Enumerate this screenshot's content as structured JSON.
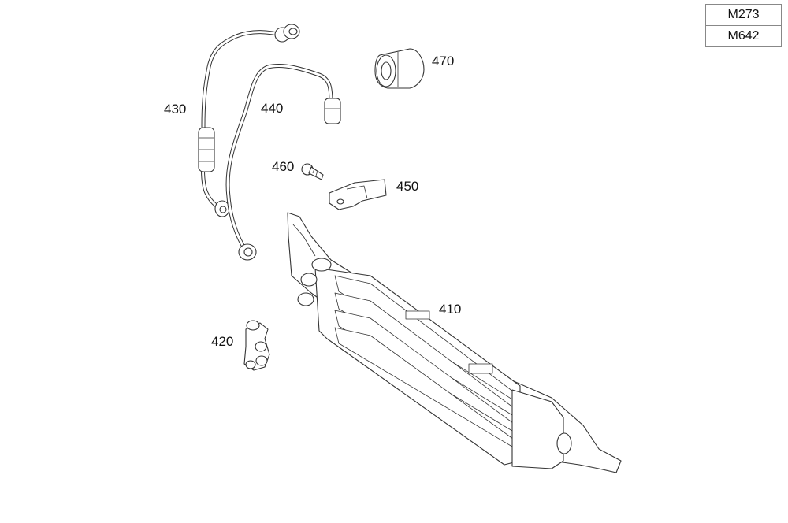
{
  "engine_variants": [
    "M273",
    "M642"
  ],
  "callouts": {
    "p410": "410",
    "p420": "420",
    "p430": "430",
    "p440": "440",
    "p450": "450",
    "p460": "460",
    "p470": "470"
  }
}
